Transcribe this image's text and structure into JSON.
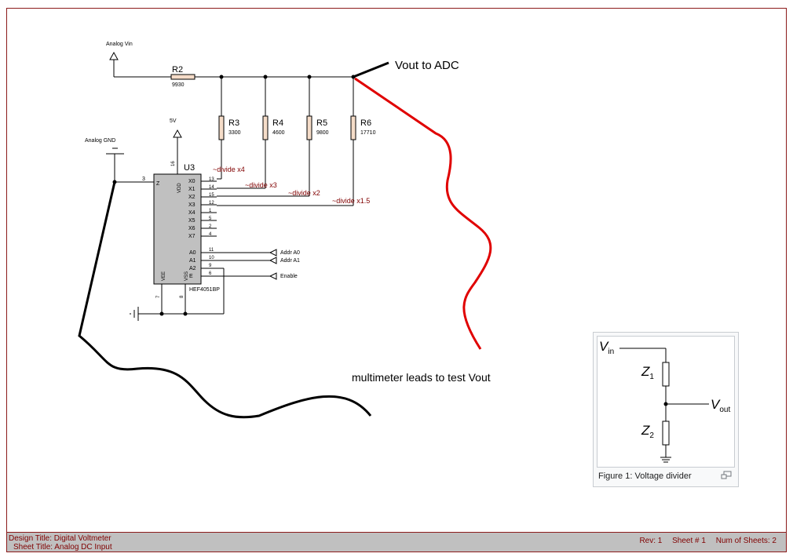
{
  "schematic": {
    "analog_vin": "Analog Vin",
    "analog_gnd": "Analog GND",
    "r2": {
      "name": "R2",
      "value": "9930"
    },
    "r3": {
      "name": "R3",
      "value": "3300"
    },
    "r4": {
      "name": "R4",
      "value": "4600"
    },
    "r5": {
      "name": "R5",
      "value": "9800"
    },
    "r6": {
      "name": "R6",
      "value": "17710"
    },
    "supply_5v": "5V",
    "chip": {
      "ref": "U3",
      "part": "HEF4051BP",
      "pin_z": "Z",
      "pin_vdd": "VDD",
      "pin_vee": "VEE",
      "pin_vss": "VSS",
      "pins_x": [
        "X0",
        "X1",
        "X2",
        "X3",
        "X4",
        "X5",
        "X6",
        "X7"
      ],
      "pins_x_num": [
        "13",
        "14",
        "15",
        "12",
        "1",
        "5",
        "2",
        "4"
      ],
      "pins_a": [
        "A0",
        "A1",
        "A2",
        "E"
      ],
      "pins_a_num": [
        "11",
        "10",
        "9",
        "6"
      ],
      "pin_3": "3",
      "pin_16": "16",
      "pin_7": "7",
      "pin_8": "8"
    },
    "divide": [
      "~divide x4",
      "~divide x3",
      "~divide x2",
      "~divide x1.5"
    ],
    "addr_a0": "Addr A0",
    "addr_a1": "Addr A1",
    "enable": "Enable"
  },
  "annotations": {
    "vout_to_adc": "Vout to ADC",
    "multimeter": "multimeter leads to test Vout"
  },
  "figure": {
    "vin_main": "V",
    "vin_sub": "in",
    "vout_main": "V",
    "vout_sub": "out",
    "z1_main": "Z",
    "z1_sub": "1",
    "z2_main": "Z",
    "z2_sub": "2",
    "caption": "Figure 1: Voltage divider"
  },
  "title_block": {
    "design_title": "Design Title: Digital Voltmeter",
    "sheet_title": "Sheet Title: Analog DC Input",
    "rev": "Rev: 1",
    "sheet_num": "Sheet # 1",
    "num_sheets": "Num of Sheets: 2"
  },
  "colors": {
    "wire": "#000000",
    "label": "#800000",
    "resistor_fill": "#f5dcc8",
    "chip_fill": "#c0c0c0",
    "red_lead": "#e00000",
    "black_lead": "#000000"
  }
}
